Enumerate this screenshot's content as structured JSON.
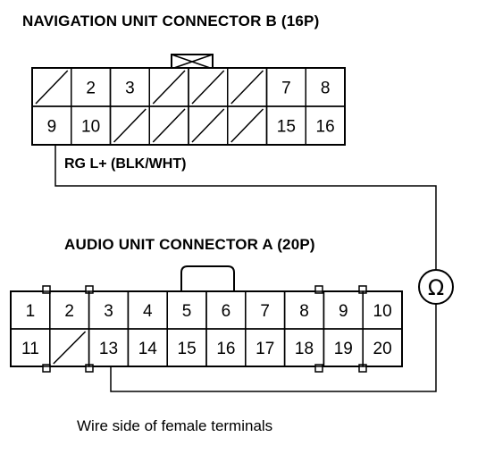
{
  "nav_connector": {
    "title": "NAVIGATION UNIT CONNECTOR B (16P)",
    "row1": [
      "",
      "2",
      "3",
      "",
      "",
      "",
      "7",
      "8"
    ],
    "row2": [
      "9",
      "10",
      "",
      "",
      "",
      "",
      "15",
      "16"
    ]
  },
  "wire": {
    "label": "RG L+ (BLK/WHT)",
    "meter_symbol": "Ω"
  },
  "audio_connector": {
    "title": "AUDIO UNIT CONNECTOR A (20P)",
    "row1": [
      "1",
      "2",
      "3",
      "4",
      "5",
      "6",
      "7",
      "8",
      "9",
      "10"
    ],
    "row2": [
      "11",
      "",
      "13",
      "14",
      "15",
      "16",
      "17",
      "18",
      "19",
      "20"
    ]
  },
  "caption": "Wire side of female terminals"
}
